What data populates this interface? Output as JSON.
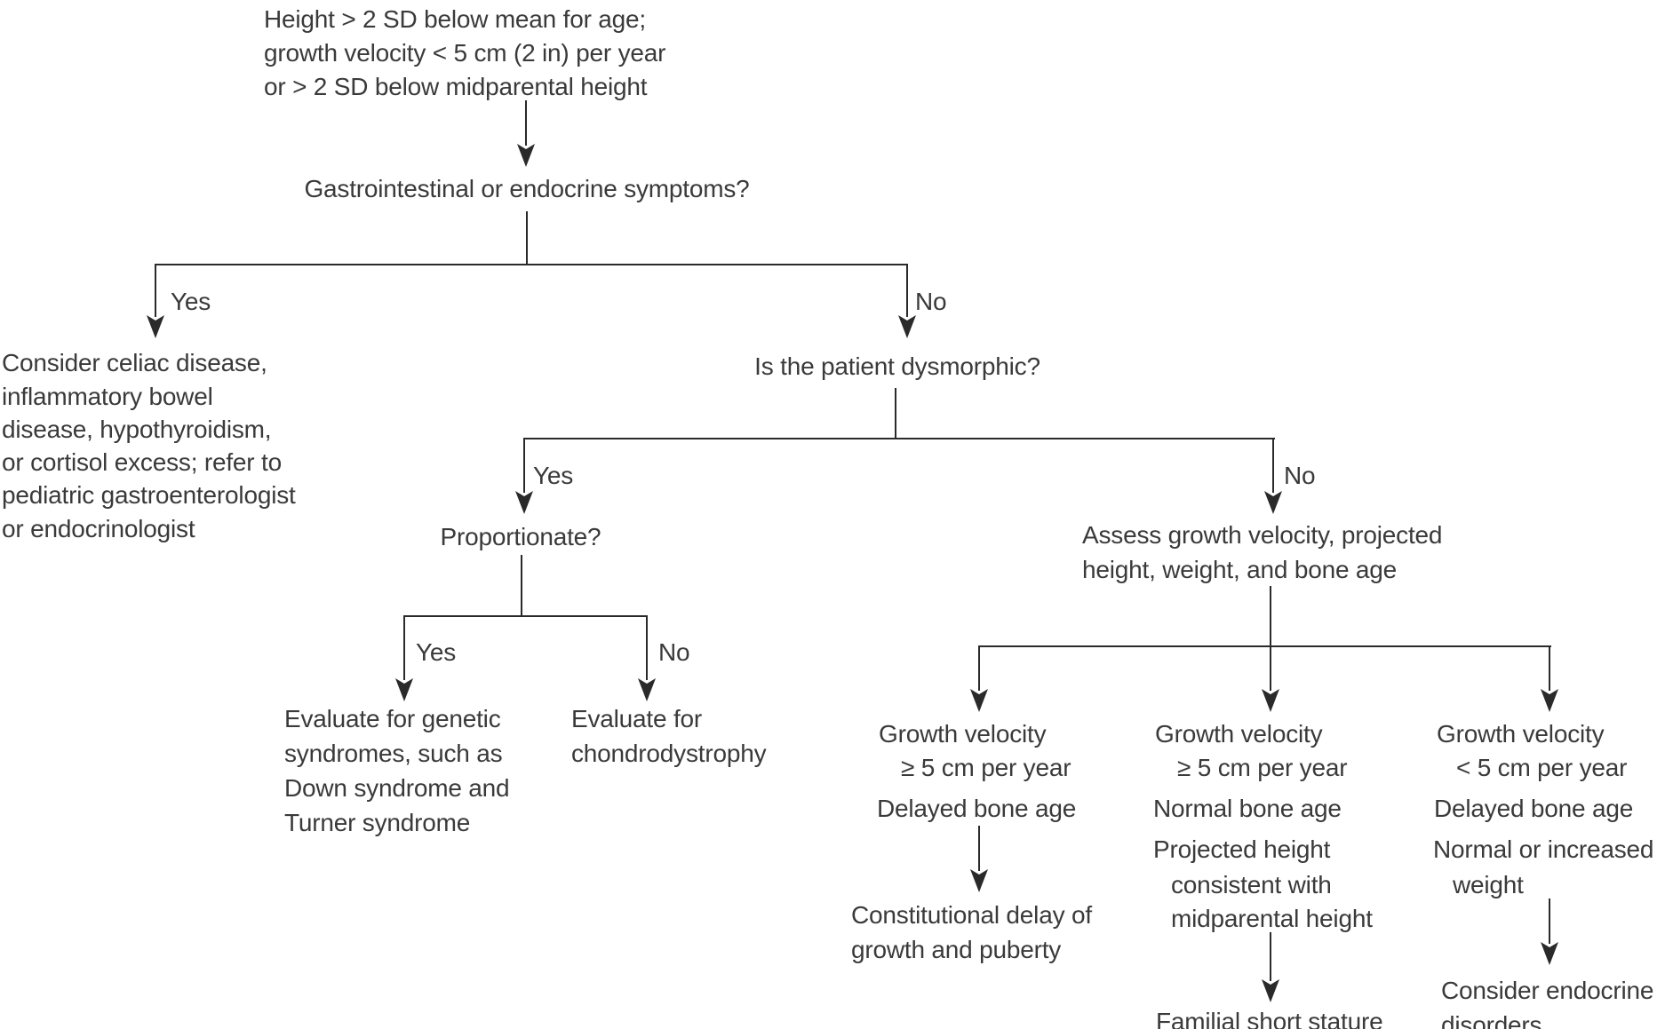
{
  "figure": {
    "background": "#ffffff",
    "text_color": "#3a3a3a",
    "line_color": "#2a2a2a",
    "labels": {
      "yes": "Yes",
      "no": "No"
    },
    "criteria": {
      "lines": [
        "Height > 2 SD below mean for age;",
        "growth velocity < 5 cm (2 in) per year",
        "or > 2 SD below midparental height"
      ]
    },
    "q_symptoms": "Gastrointestinal or endocrine symptoms?",
    "outcome_gi": {
      "lines": [
        "Consider celiac disease,",
        "inflammatory bowel",
        "disease, hypothyroidism,",
        "or cortisol excess; refer to",
        "pediatric gastroenterologist",
        "or endocrinologist"
      ]
    },
    "q_dysmorphic": "Is the patient dysmorphic?",
    "q_proportionate": "Proportionate?",
    "outcome_genetic": {
      "lines": [
        "Evaluate for genetic",
        "syndromes, such as",
        "Down syndrome and",
        "Turner syndrome"
      ]
    },
    "outcome_chondro": {
      "lines": [
        "Evaluate for",
        "chondrodystrophy"
      ]
    },
    "assess": {
      "lines": [
        "Assess growth velocity, projected",
        "height, weight, and bone age"
      ]
    },
    "col_delay": {
      "findings": [
        "Growth velocity",
        "≥ 5 cm per year",
        "Delayed bone age"
      ],
      "outcome": [
        "Constitutional delay of",
        "growth and puberty"
      ]
    },
    "col_familial": {
      "findings": [
        "Growth velocity",
        "≥ 5 cm per year",
        "Normal bone age",
        "Projected height",
        "consistent with",
        "midparental height"
      ],
      "outcome": [
        "Familial short stature"
      ]
    },
    "col_endocrine": {
      "findings": [
        "Growth velocity",
        "< 5 cm per year",
        "Delayed bone age",
        "Normal or increased",
        "weight"
      ],
      "outcome": [
        "Consider endocrine",
        "disorders"
      ]
    }
  }
}
